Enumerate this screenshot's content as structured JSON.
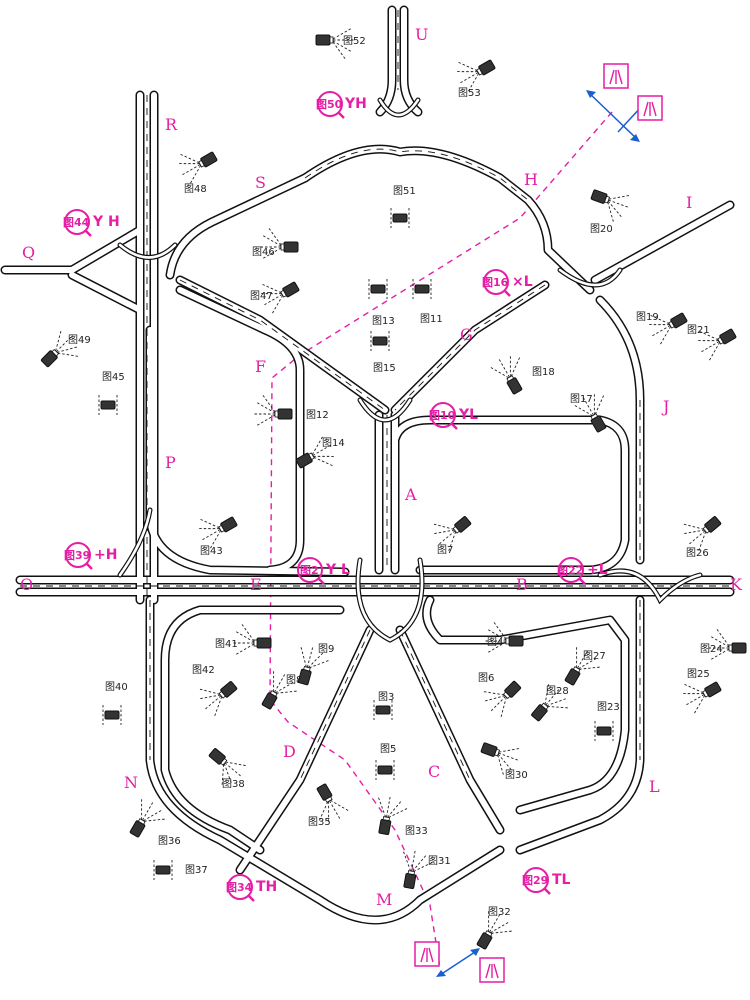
{
  "node_labels": [
    "U",
    "R",
    "S",
    "H",
    "I",
    "Q",
    "F",
    "G",
    "J",
    "P",
    "A",
    "O",
    "E",
    "B",
    "K",
    "D",
    "C",
    "N",
    "L",
    "M"
  ],
  "figures": [
    "图3",
    "图4",
    "图5",
    "图6",
    "图7",
    "图8",
    "图9",
    "图11",
    "图12",
    "图13",
    "图14",
    "图15",
    "图17",
    "图18",
    "图19",
    "图20",
    "图21",
    "图23",
    "图24",
    "图25",
    "图26",
    "图27",
    "图28",
    "图30",
    "图31",
    "图32",
    "图33",
    "图35",
    "图36",
    "图37",
    "图38",
    "图40",
    "图41",
    "图42",
    "图43",
    "图45",
    "图46",
    "图47",
    "图48",
    "图49",
    "图51",
    "图52",
    "图53"
  ],
  "badges": [
    {
      "num": "图50",
      "code": "YH"
    },
    {
      "num": "图44",
      "code": "Y H"
    },
    {
      "num": "图16",
      "code": "×L"
    },
    {
      "num": "图10",
      "code": "YL"
    },
    {
      "num": "图39",
      "code": "+H"
    },
    {
      "num": "图2",
      "code": "Y L"
    },
    {
      "num": "图22",
      "code": "+L"
    },
    {
      "num": "图34",
      "code": "TH"
    },
    {
      "num": "图29",
      "code": "TL"
    }
  ],
  "colors": {
    "accent": "#e61ea6",
    "road": "#111111",
    "background": "#ffffff"
  },
  "icons": [
    "camera-icon",
    "traffic-sign-icon",
    "magnifier-icon"
  ]
}
